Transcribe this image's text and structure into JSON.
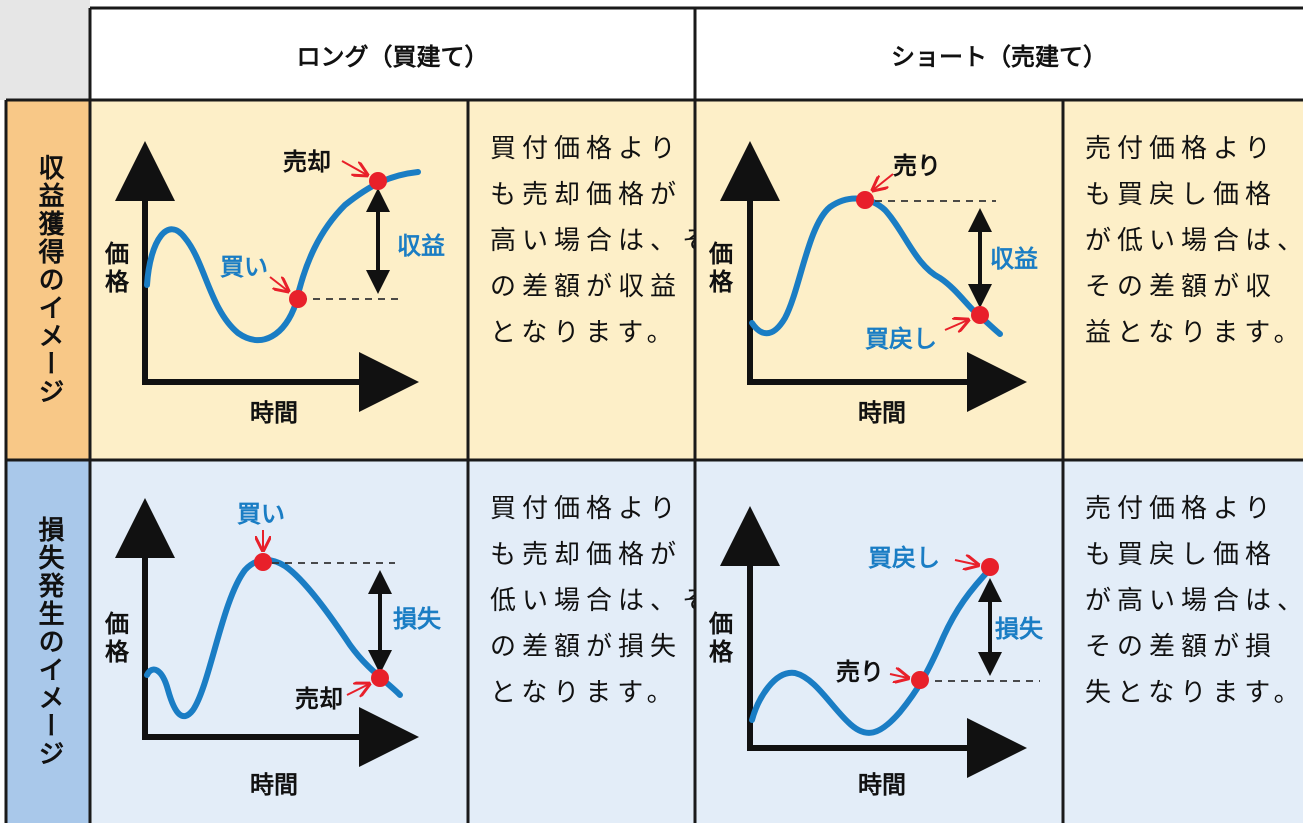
{
  "headers": {
    "long": "ロング（買建て）",
    "short": "ショート（売建て）"
  },
  "rows": {
    "profit": "収益獲得のイメージ",
    "loss": "損失発生のイメージ"
  },
  "notes": {
    "long_profit": [
      "買付価格より",
      "も売却価格が",
      "高い場合は、そ",
      "の差額が収益",
      "となります。"
    ],
    "short_profit": [
      "売付価格より",
      "も買戻し価格",
      "が低い場合は、",
      "その差額が収",
      "益となります。"
    ],
    "long_loss": [
      "買付価格より",
      "も売却価格が",
      "低い場合は、そ",
      "の差額が損失",
      "となります。"
    ],
    "short_loss": [
      "売付価格より",
      "も買戻し価格",
      "が高い場合は、",
      "その差額が損",
      "失となります。"
    ]
  },
  "charts": {
    "axis_x": "時間",
    "axis_y": "価格",
    "buy": "買い",
    "sell": "売却",
    "short_sell": "売り",
    "buyback": "買戻し",
    "profit": "収益",
    "loss": "損失"
  },
  "colors": {
    "curve": "#1a7dc4",
    "dot": "#e8202a",
    "profit_bg": "#fdefc8",
    "loss_bg": "#e3edf8",
    "profit_header": "#f8c887",
    "loss_header": "#a9c8ea"
  }
}
